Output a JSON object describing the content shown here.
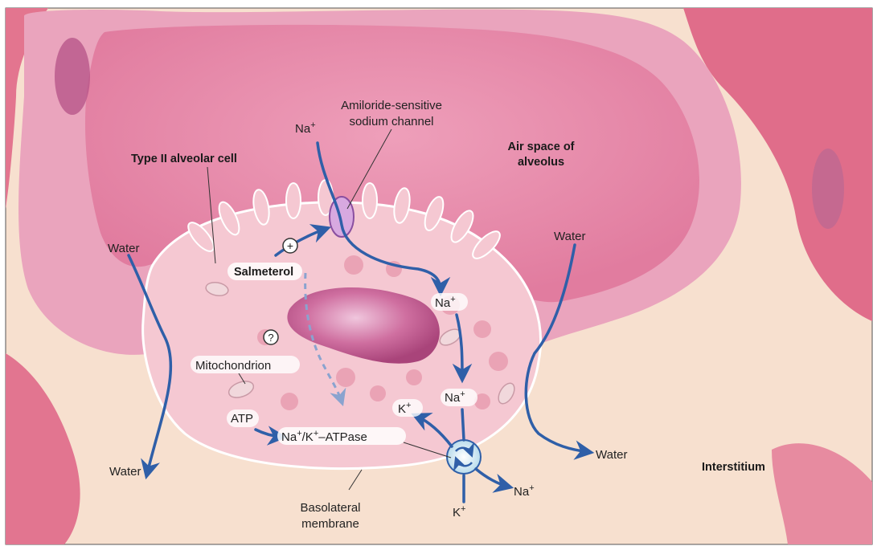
{
  "labels": {
    "amiloride_line1": "Amiloride-sensitive",
    "amiloride_line2": "sodium channel",
    "na_top": "Na",
    "air_space_line1": "Air space of",
    "air_space_line2": "alveolus",
    "type2_cell": "Type II alveolar cell",
    "water_left_top": "Water",
    "water_right_top": "Water",
    "plus_symbol": "+",
    "salmeterol": "Salmeterol",
    "na_mid": "Na",
    "question_symbol": "?",
    "mitochondrion": "Mitochondrion",
    "na_low": "Na",
    "k_upper": "K",
    "atp": "ATP",
    "atpase": "–ATPase",
    "atpase_na": "Na",
    "atpase_k": "/K",
    "water_left_bottom": "Water",
    "water_right_bottom": "Water",
    "interstitium": "Interstitium",
    "na_out": "Na",
    "basolateral_line1": "Basolateral",
    "basolateral_line2": "membrane",
    "k_lower": "K",
    "plus_sup": "+"
  },
  "colors": {
    "arrow": "#2f5fa8",
    "alveolar_wall": "#e9a3bb",
    "airspace": "#e58aaa",
    "interstitium": "#f6dcc8",
    "cell": "#f4c4cf",
    "nucleus": "#c85d91",
    "pump": "#cfe6f2"
  }
}
